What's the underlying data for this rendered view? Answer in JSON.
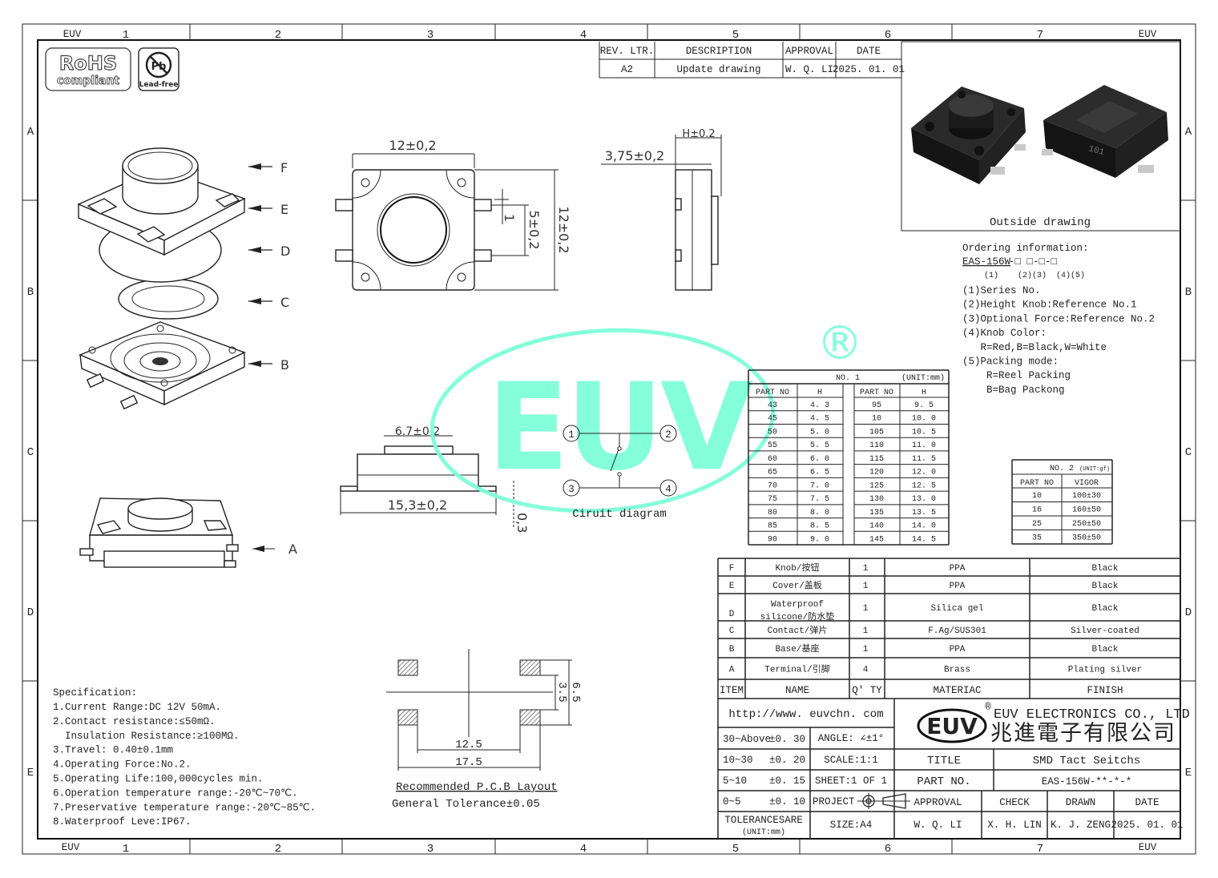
{
  "border": {
    "corner_label": "EUV",
    "columns": [
      "1",
      "2",
      "3",
      "4",
      "5",
      "6",
      "7"
    ],
    "rows": [
      "A",
      "B",
      "C",
      "D",
      "E"
    ]
  },
  "logos": {
    "rohs_top": "RoHS",
    "rohs_bottom": "compliant",
    "pb": "Pb",
    "lead_free": "Lead-free"
  },
  "revision": {
    "headers": [
      "REV. LTR.",
      "DESCRIPTION",
      "APPROVAL",
      "DATE"
    ],
    "row": [
      "A2",
      "Update drawing",
      "W. Q. LI",
      "2025. 01. 01"
    ]
  },
  "outside_drawing": {
    "caption": "Outside drawing",
    "marking": "101"
  },
  "exploded_labels": [
    "F",
    "E",
    "D",
    "C",
    "B"
  ],
  "assembled_label": "A",
  "dimensions": {
    "top_width": "12±0,2",
    "top_height": "12±0,2",
    "terminal_pitch": "5±0,2",
    "terminal_width": "1",
    "side_body": "3,75±0,2",
    "side_height": "H±0.2",
    "knob_width": "6.7±0.2",
    "total_width": "15,3±0,2",
    "terminal_thickness": "0,3"
  },
  "circuit": {
    "pins": [
      "1",
      "2",
      "3",
      "4"
    ],
    "caption": "Ciruit diagram"
  },
  "watermark": {
    "text": "EUV",
    "registered": "®",
    "color": "#7fffd9"
  },
  "ordering": {
    "title": "Ordering information:",
    "code_prefix": "EAS-156W",
    "code_boxes": "-□ □-□-□",
    "positions": "(1)    (2)(3)  (4)(5)",
    "lines": [
      "(1)Series No.",
      "(2)Height Knob:Reference No.1",
      "(3)Optional Force:Reference No.2",
      "(4)Knob Color:",
      "   R=Red,B=Black,W=White",
      "(5)Packing mode:",
      "    R=Reel Packing",
      "    B=Bag Packong"
    ]
  },
  "table_no1": {
    "title": "NO. 1",
    "unit": "(UNIT:mm)",
    "headers": [
      "PART NO",
      "H",
      "PART NO",
      "H"
    ],
    "left": [
      [
        "43",
        "4. 3"
      ],
      [
        "45",
        "4. 5"
      ],
      [
        "50",
        "5. 0"
      ],
      [
        "55",
        "5. 5"
      ],
      [
        "60",
        "6. 0"
      ],
      [
        "65",
        "6. 5"
      ],
      [
        "70",
        "7. 0"
      ],
      [
        "75",
        "7. 5"
      ],
      [
        "80",
        "8. 0"
      ],
      [
        "85",
        "8. 5"
      ],
      [
        "90",
        "9. 0"
      ]
    ],
    "right": [
      [
        "95",
        "9. 5"
      ],
      [
        "10",
        "10. 0"
      ],
      [
        "105",
        "10. 5"
      ],
      [
        "110",
        "11. 0"
      ],
      [
        "115",
        "11. 5"
      ],
      [
        "120",
        "12. 0"
      ],
      [
        "125",
        "12. 5"
      ],
      [
        "130",
        "13. 0"
      ],
      [
        "135",
        "13. 5"
      ],
      [
        "140",
        "14. 0"
      ],
      [
        "145",
        "14. 5"
      ]
    ]
  },
  "table_no2": {
    "title": "NO. 2",
    "unit": "(UNIT:gf)",
    "headers": [
      "PART NO",
      "VIGOR"
    ],
    "rows": [
      [
        "10",
        "100±30"
      ],
      [
        "16",
        "160±50"
      ],
      [
        "25",
        "250±50"
      ],
      [
        "35",
        "350±50"
      ]
    ]
  },
  "bom": {
    "headers": [
      "ITEM",
      "NAME",
      "Q' TY",
      "MATERIAC",
      "FINISH"
    ],
    "rows": [
      {
        "item": "F",
        "name": "Knob/按钮",
        "qty": "1",
        "material": "PPA",
        "finish": "Black"
      },
      {
        "item": "E",
        "name": "Cover/盖板",
        "qty": "1",
        "material": "PPA",
        "finish": "Black"
      },
      {
        "item": "D",
        "name": "Waterproof",
        "name2": "silicone/防水垫",
        "qty": "1",
        "material": "Silica gel",
        "finish": "Black"
      },
      {
        "item": "C",
        "name": "Contact/弹片",
        "qty": "1",
        "material": "F.Ag/SUS301",
        "finish": "Silver-coated"
      },
      {
        "item": "B",
        "name": "Base/基座",
        "qty": "1",
        "material": "PPA",
        "finish": "Black"
      },
      {
        "item": "A",
        "name": "Terminal/引脚",
        "qty": "4",
        "material": "Brass",
        "finish": "Plating silver"
      }
    ]
  },
  "title_block": {
    "url": "http://www. euvchn. com",
    "tolerances": [
      [
        "30~Above",
        "±0. 30"
      ],
      [
        "10~30",
        "±0. 20"
      ],
      [
        "5~10",
        "±0. 15"
      ],
      [
        "0~5",
        "±0. 10"
      ]
    ],
    "tolerance_footer": "TOLERANCESARE",
    "tolerance_unit": "(UNIT:mm)",
    "angle": "ANGLE: ∠±1°",
    "scale": "SCALE:1:1",
    "sheet": "SHEET:1  OF  1",
    "project": "PROJECT",
    "size": "SIZE:A4",
    "logo": "EUV",
    "registered": "®",
    "company_en": "EUV ELECTRONICS CO., LTD",
    "company_cn": "兆進電子有限公司",
    "title_label": "TITLE",
    "title": "SMD Tact Seitchs",
    "part_no_label": "PART NO.",
    "part_no": "EAS-156W-**-*-*",
    "signoff_headers": [
      "APPROVAL",
      "CHECK",
      "DRAWN",
      "DATE"
    ],
    "signoff_values": [
      "W. Q. LI",
      "X. H. LIN",
      "K. J. ZENG",
      "2025. 01. 01"
    ]
  },
  "specification": {
    "title": "Specification:",
    "lines": [
      "1.Current Range:DC 12V 50mA.",
      "2.Contact resistance:≤50mΩ.",
      "  Insulation Resistance:≥100MΩ.",
      "3.Travel: 0.40±0.1mm",
      "4.Operating Force:No.2.",
      "5.Operating Life:100,000cycles min.",
      "6.Operation temperature range:-20℃~70℃.",
      "7.Preservative temperature range:-20℃~85℃.",
      "8.Waterproof Leve:IP67."
    ]
  },
  "pcb_layout": {
    "dim_inner": "12.5",
    "dim_outer": "17.5",
    "dim_pitch": "3.5",
    "dim_span": "6.5",
    "title": "Recommended P.C.B Layout",
    "tolerance": "General Tolerance±0.05"
  }
}
